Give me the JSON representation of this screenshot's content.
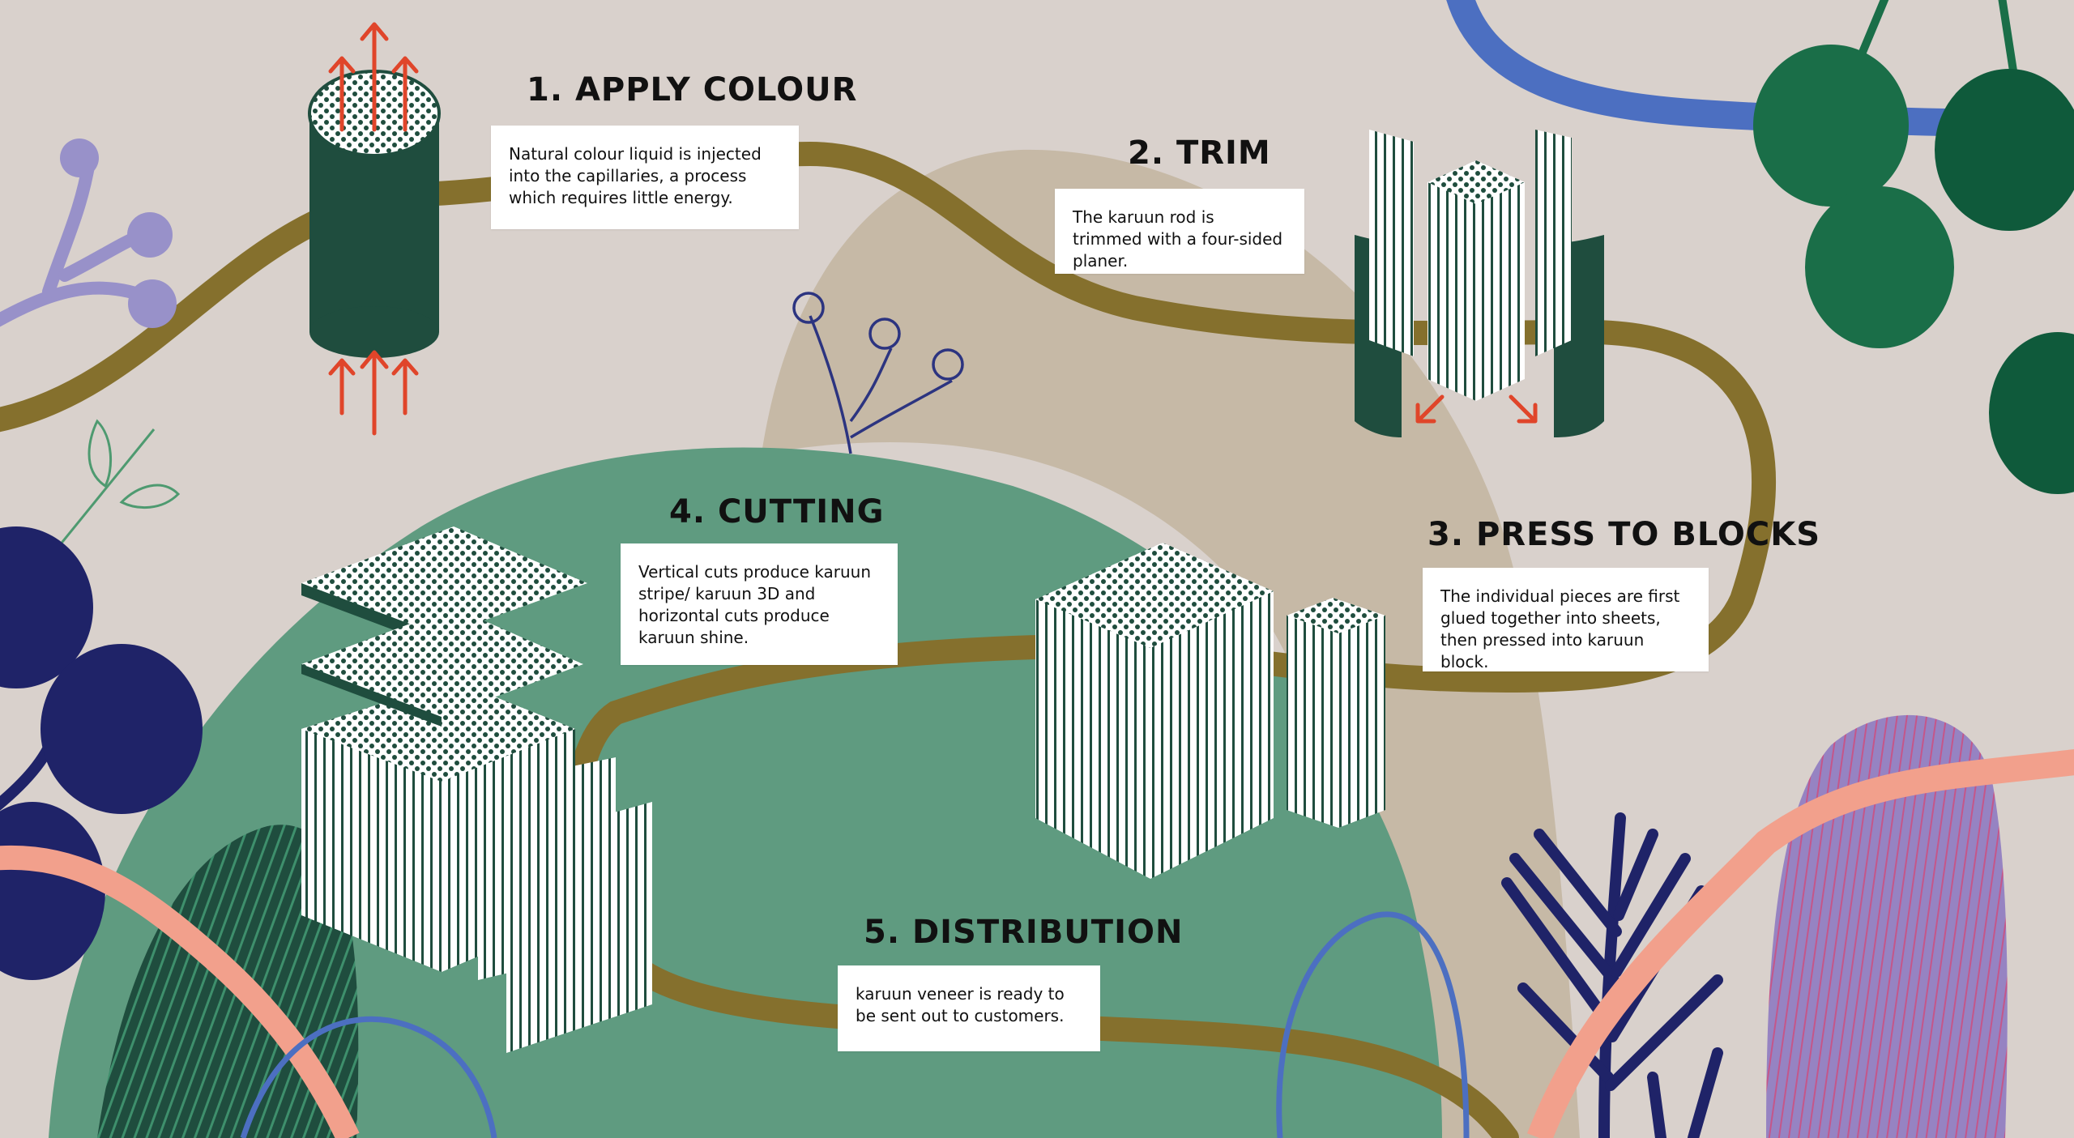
{
  "steps": [
    {
      "title": "1. APPLY COLOUR",
      "text": "Natural colour liquid is injected into the capillaries, a process which requires little energy."
    },
    {
      "title": "2. TRIM",
      "text": "The karuun rod is trimmed with a four-sided planer."
    },
    {
      "title": "3. PRESS TO BLOCKS",
      "text": "The individual pieces are first glued together into sheets, then pressed into karuun block."
    },
    {
      "title": "4. CUTTING",
      "text": "Vertical cuts produce karuun stripe/ karuun 3D and horizontal cuts produce karuun shine."
    },
    {
      "title": "5. DISTRIBUTION",
      "text": "karuun veneer is ready to be sent out to customers."
    }
  ],
  "colors": {
    "background": "#d9d1cc",
    "hill_green": "#5f9b80",
    "hill_sand": "#c6b9a6",
    "path_brown": "#85702d",
    "rattan_dark_green": "#1f4d3e",
    "arrow_red": "#e0452a",
    "berry_navy": "#1f2368",
    "lilac": "#9891c9",
    "blue_line": "#4c6fc1",
    "salmon": "#f2a08c",
    "purple_leaf": "#9683c2",
    "leaf_green": "#1a6e48"
  }
}
